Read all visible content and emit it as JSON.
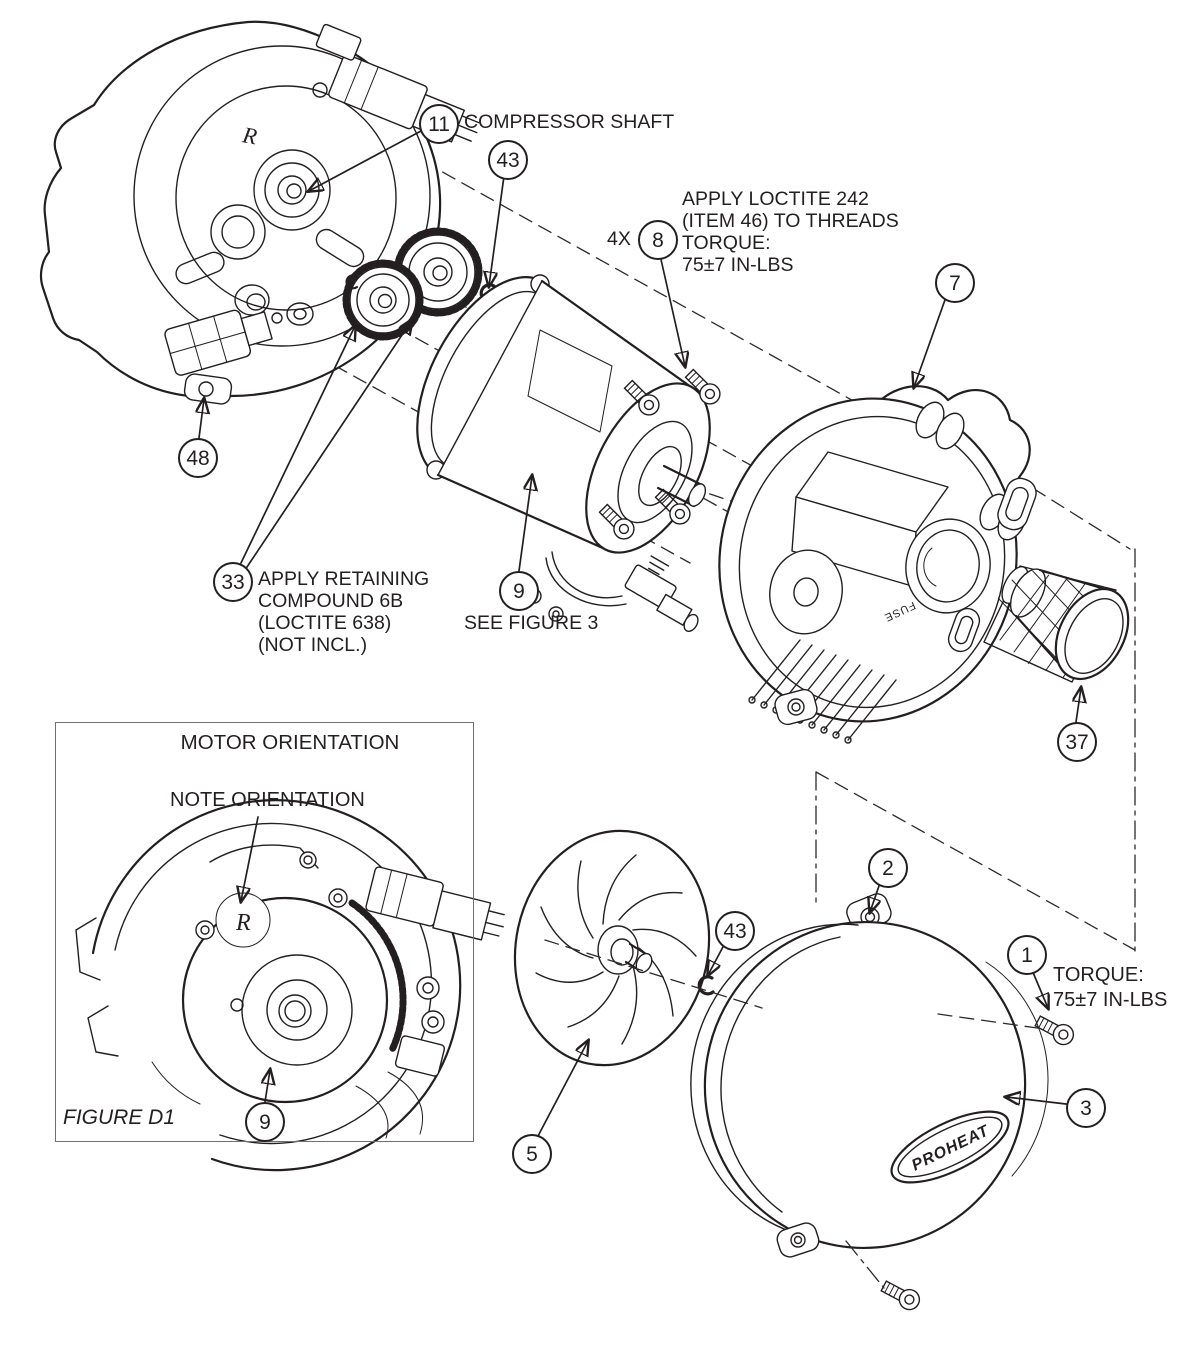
{
  "document": {
    "type": "exploded-parts-diagram",
    "product": "compressor / blower assembly"
  },
  "notes": {
    "compressor_shaft": "COMPRESSOR SHAFT",
    "loctite": "APPLY LOCTITE 242\n(ITEM 46) TO THREADS\nTORQUE:\n75±7 IN-LBS",
    "qty_prefix_8": "4X",
    "retaining_compound": "APPLY RETAINING\nCOMPOUND 6B\n(LOCTITE 638)\n(NOT INCL.)",
    "see_figure_3": "SEE FIGURE 3",
    "torque_bottom": "TORQUE:\n75±7 IN-LBS"
  },
  "callouts": {
    "c1": "1",
    "c2": "2",
    "c3": "3",
    "c5": "5",
    "c7": "7",
    "c8": "8",
    "c9_main": "9",
    "c9_inset": "9",
    "c11": "11",
    "c33": "33",
    "c37": "37",
    "c43_top": "43",
    "c43_mid": "43",
    "c48": "48"
  },
  "inset": {
    "title": "MOTOR ORIENTATION",
    "note": "NOTE ORIENTATION",
    "figure_label": "FIGURE D1",
    "orientation_mark": "R"
  },
  "marks": {
    "housing_r": "R",
    "fuse": "FUSE",
    "logo": "PROHEAT"
  },
  "colors": {
    "line": "#231f20",
    "background": "#ffffff"
  }
}
